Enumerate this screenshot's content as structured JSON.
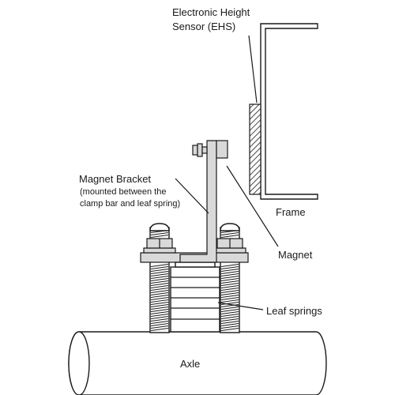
{
  "labels": {
    "ehs_line1": "Electronic Height",
    "ehs_line2": "Sensor (EHS)",
    "frame": "Frame",
    "magnet": "Magnet",
    "bracket_title": "Magnet Bracket",
    "bracket_note_line1": "(mounted between the",
    "bracket_note_line2": "clamp bar and leaf spring)",
    "leaf_springs": "Leaf springs",
    "axle": "Axle"
  },
  "colors": {
    "line": "#1a1a1a",
    "metal": "#d9d9d9",
    "sensor_hatch": "#1a1a1a",
    "background": "#ffffff"
  }
}
